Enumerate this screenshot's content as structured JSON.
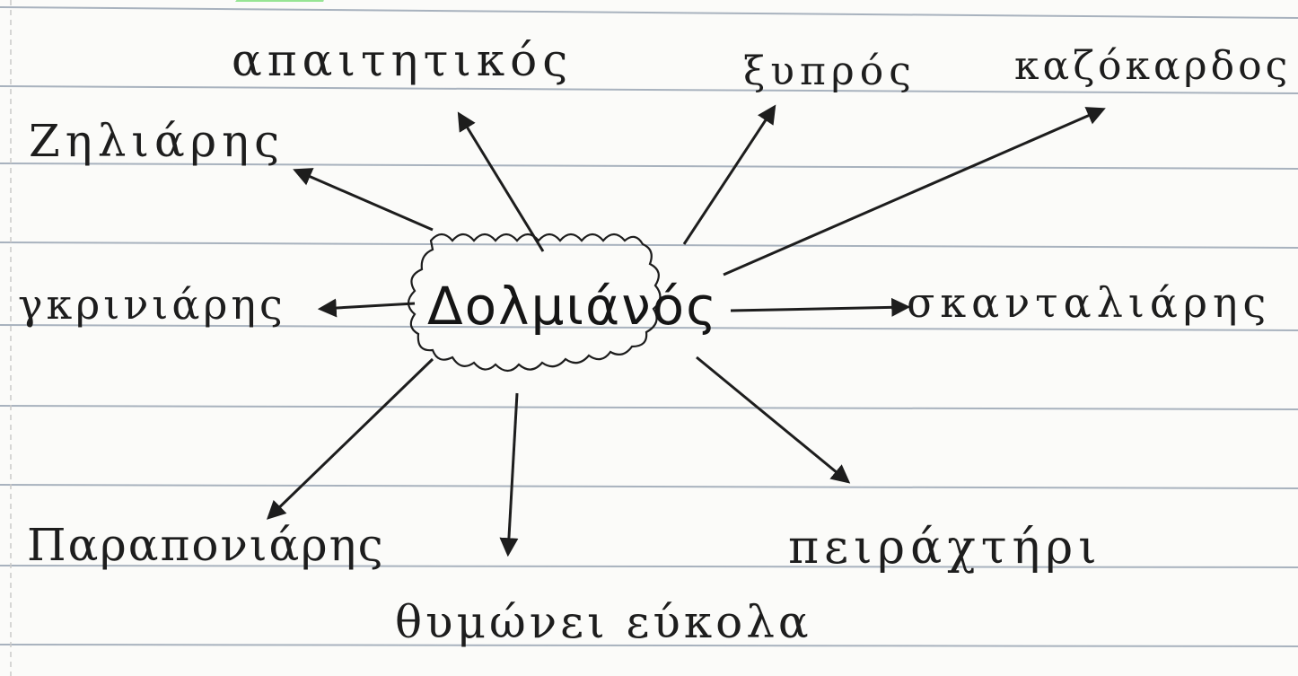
{
  "center": {
    "label": "Δολμιάνός"
  },
  "words": {
    "top_left": "Ζηλιάρης",
    "top_center": "απαιτητικός",
    "top_right_1": "ξυπρός",
    "top_right_2": "καζόκαρδος",
    "left": "γκρινιάρης",
    "right": "σκανταλιάρης",
    "bottom_left": "Παραπονιάρης",
    "bottom_center": "θυμώνει εύκολα",
    "bottom_right": "πειράχτήρι"
  },
  "colors": {
    "ink": "#1d1d1d",
    "paper": "#fbfbf9",
    "rule_line": "#9aa6b4",
    "margin_line": "#c9c9c9",
    "highlight": "#7ee07a"
  }
}
